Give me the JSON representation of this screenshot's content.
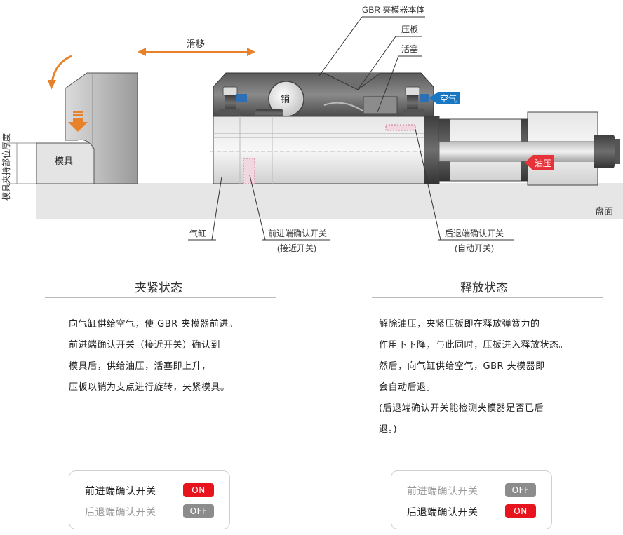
{
  "diagram": {
    "labels": {
      "gbr_body": "GBR 夹模器本体",
      "pressure_plate": "压板",
      "piston": "活塞",
      "slide": "滑移",
      "pin": "销",
      "air": "空气",
      "oil": "油压",
      "mold": "模具",
      "table": "盘面",
      "thickness": "模具夹持部位厚度",
      "cylinder": "气缸",
      "forward_switch": "前进端确认开关",
      "forward_switch_sub": "(接近开关)",
      "backward_switch": "后退端确认开关",
      "backward_switch_sub": "(自动开关)"
    },
    "colors": {
      "orange": "#e8822a",
      "blue": "#1a78c2",
      "red": "#e8323a"
    }
  },
  "clamped": {
    "title": "夹紧状态",
    "lines": [
      "向气缸供给空气，使 GBR 夹模器前进。",
      "前进端确认开关（接近开关）确认到",
      "模具后，供给油压，活塞即上升，",
      "压板以销为支点进行旋转，夹紧模具。"
    ],
    "status": [
      {
        "label": "前进端确认开关",
        "value": "ON"
      },
      {
        "label": "后退端确认开关",
        "value": "OFF"
      }
    ]
  },
  "released": {
    "title": "释放状态",
    "lines": [
      "解除油压，夹紧压板即在释放弹簧力的",
      "作用下下降，与此同时，压板进入释放状态。",
      "然后，向气缸供给空气，GBR 夹模器即",
      "会自动后退。",
      "(后退端确认开关能检测夹模器是否已后",
      "退。)"
    ],
    "status": [
      {
        "label": "前进端确认开关",
        "value": "OFF"
      },
      {
        "label": "后退端确认开关",
        "value": "ON"
      }
    ]
  }
}
